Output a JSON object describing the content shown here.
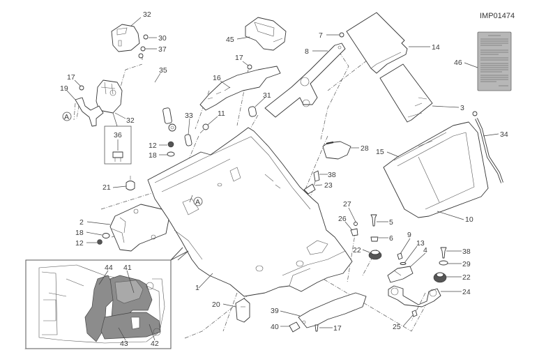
{
  "diagram": {
    "code": "IMP01474",
    "reference_marker": "A",
    "callouts": [
      {
        "id": "c1",
        "number": "1",
        "part": "rear-frame-tray"
      },
      {
        "id": "c2",
        "number": "2",
        "part": "ecu-module"
      },
      {
        "id": "c3",
        "number": "3",
        "part": "document-holder"
      },
      {
        "id": "c4",
        "number": "4",
        "part": "latch-clip"
      },
      {
        "id": "c5",
        "number": "5",
        "part": "screw"
      },
      {
        "id": "c6",
        "number": "6",
        "part": "spacer"
      },
      {
        "id": "c7",
        "number": "7",
        "part": "screw"
      },
      {
        "id": "c8",
        "number": "8",
        "part": "bracket"
      },
      {
        "id": "c9",
        "number": "9",
        "part": "nut"
      },
      {
        "id": "c10",
        "number": "10",
        "part": "battery-tray"
      },
      {
        "id": "c11",
        "number": "11",
        "part": "screw"
      },
      {
        "id": "c12a",
        "number": "12",
        "part": "nut"
      },
      {
        "id": "c12b",
        "number": "12",
        "part": "nut"
      },
      {
        "id": "c13",
        "number": "13",
        "part": "washer"
      },
      {
        "id": "c14",
        "number": "14",
        "part": "cover"
      },
      {
        "id": "c15",
        "number": "15",
        "part": "strap"
      },
      {
        "id": "c16",
        "number": "16",
        "part": "holder"
      },
      {
        "id": "c17a",
        "number": "17",
        "part": "screw"
      },
      {
        "id": "c17b",
        "number": "17",
        "part": "screw"
      },
      {
        "id": "c17c",
        "number": "17",
        "part": "screw"
      },
      {
        "id": "c18a",
        "number": "18",
        "part": "washer"
      },
      {
        "id": "c18b",
        "number": "18",
        "part": "washer"
      },
      {
        "id": "c19",
        "number": "19",
        "part": "bracket"
      },
      {
        "id": "c20",
        "number": "20",
        "part": "rubber-cap"
      },
      {
        "id": "c21",
        "number": "21",
        "part": "rubber-mount"
      },
      {
        "id": "c22a",
        "number": "22",
        "part": "grommet"
      },
      {
        "id": "c22b",
        "number": "22",
        "part": "grommet"
      },
      {
        "id": "c23",
        "number": "23",
        "part": "clamp"
      },
      {
        "id": "c24",
        "number": "24",
        "part": "bracket"
      },
      {
        "id": "c25",
        "number": "25",
        "part": "screw"
      },
      {
        "id": "c26",
        "number": "26",
        "part": "clip"
      },
      {
        "id": "c27",
        "number": "27",
        "part": "screw"
      },
      {
        "id": "c28",
        "number": "28",
        "part": "cover-cap"
      },
      {
        "id": "c29",
        "number": "29",
        "part": "washer"
      },
      {
        "id": "c30",
        "number": "30",
        "part": "screw"
      },
      {
        "id": "c31",
        "number": "31",
        "part": "grommet"
      },
      {
        "id": "c32a",
        "number": "32",
        "part": "relay-cover"
      },
      {
        "id": "c32b",
        "number": "32",
        "part": "relay"
      },
      {
        "id": "c33",
        "number": "33",
        "part": "grommet"
      },
      {
        "id": "c34",
        "number": "34",
        "part": "battery-cable"
      },
      {
        "id": "c35",
        "number": "35",
        "part": "cable"
      },
      {
        "id": "c36",
        "number": "36",
        "part": "fuse"
      },
      {
        "id": "c37",
        "number": "37",
        "part": "washer"
      },
      {
        "id": "c38a",
        "number": "38",
        "part": "screw"
      },
      {
        "id": "c38b",
        "number": "38",
        "part": "screw"
      },
      {
        "id": "c39",
        "number": "39",
        "part": "guard"
      },
      {
        "id": "c40",
        "number": "40",
        "part": "clip"
      },
      {
        "id": "c41",
        "number": "41",
        "part": "insulation"
      },
      {
        "id": "c42",
        "number": "42",
        "part": "insulation"
      },
      {
        "id": "c43",
        "number": "43",
        "part": "insulation"
      },
      {
        "id": "c44",
        "number": "44",
        "part": "insulation"
      },
      {
        "id": "c45",
        "number": "45",
        "part": "cover"
      },
      {
        "id": "c46",
        "number": "46",
        "part": "warning-label"
      }
    ]
  }
}
